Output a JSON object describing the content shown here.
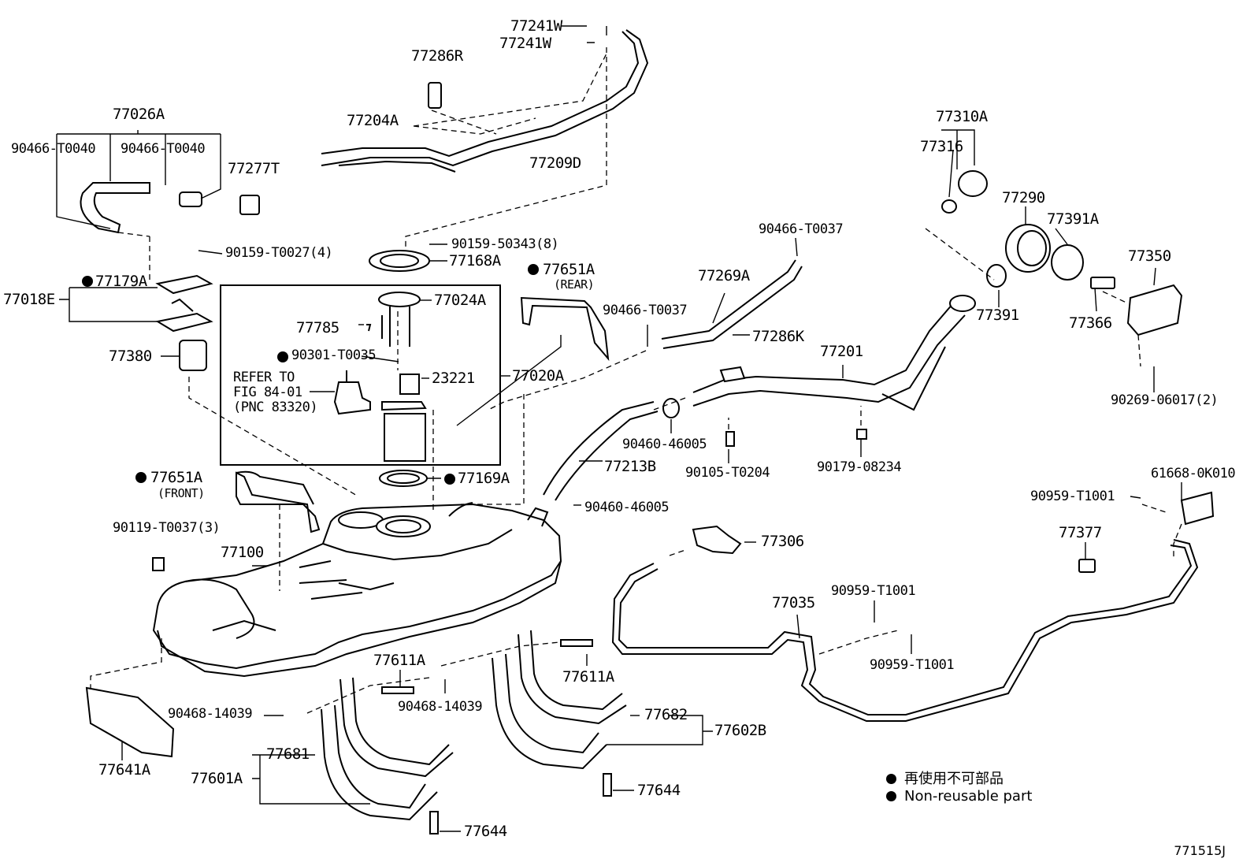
{
  "labels": {
    "p77241W_a": "77241W",
    "p77241W_b": "77241W",
    "p77286R": "77286R",
    "p77204A": "77204A",
    "p77209D": "77209D",
    "p77026A": "77026A",
    "p90466_T0040_a": "90466-T0040",
    "p90466_T0040_b": "90466-T0040",
    "p77277T": "77277T",
    "p90159_T0027": "90159-T0027(4)",
    "p77179A": "77179A",
    "p77018E": "77018E",
    "p77380": "77380",
    "p90159_50343": "90159-50343(8)",
    "p77168A": "77168A",
    "p77024A": "77024A",
    "p77785": "77785",
    "p90301_T0035": "90301-T0035",
    "refer1": "REFER TO",
    "refer2": "FIG 84-01",
    "refer3": "(PNC 83320)",
    "p23221": "23221",
    "p77020A": "77020A",
    "p77651A_rear": "77651A",
    "rear": "(REAR)",
    "p77651A_front": "77651A",
    "front": "(FRONT)",
    "p77169A": "77169A",
    "p90119_T0037": "90119-T0037(3)",
    "p77100": "77100",
    "p90460_46005_a": "90460-46005",
    "p77213B": "77213B",
    "p90460_46005_b": "90460-46005",
    "p90466_T0037_a": "90466-T0037",
    "p77269A": "77269A",
    "p90466_T0037_b": "90466-T0037",
    "p77286K": "77286K",
    "p77201": "77201",
    "p90105_T0204": "90105-T0204",
    "p90179_08234": "90179-08234",
    "p77310A": "77310A",
    "p77316": "77316",
    "p77290": "77290",
    "p77391A": "77391A",
    "p77391": "77391",
    "p77350": "77350",
    "p77366": "77366",
    "p90269_06017": "90269-06017(2)",
    "p61668_0K010": "61668-0K010",
    "p90959_T1001_a": "90959-T1001",
    "p77377": "77377",
    "p77306": "77306",
    "p77035": "77035",
    "p90959_T1001_b": "90959-T1001",
    "p90959_T1001_c": "90959-T1001",
    "p77611A_a": "77611A",
    "p77611A_b": "77611A",
    "p90468_14039_a": "90468-14039",
    "p90468_14039_b": "90468-14039",
    "p77682": "77682",
    "p77602B": "77602B",
    "p77681": "77681",
    "p77601A": "77601A",
    "p77641A": "77641A",
    "p77644_a": "77644",
    "p77644_b": "77644"
  },
  "legend": {
    "line1": "再使用不可部品",
    "line2": "Non-reusable part"
  },
  "illustration_code": "771515J"
}
